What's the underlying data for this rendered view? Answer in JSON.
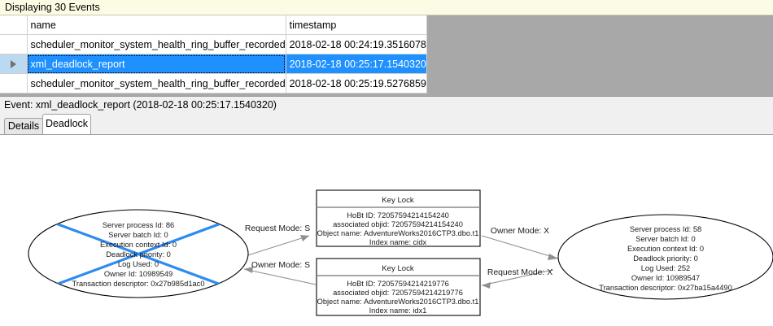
{
  "banner": {
    "text": "Displaying 30 Events"
  },
  "grid": {
    "columns": [
      "name",
      "timestamp"
    ],
    "rows": [
      {
        "selector": "",
        "name": "scheduler_monitor_system_health_ring_buffer_recorded",
        "timestamp": "2018-02-18 00:24:19.3516078",
        "selected": false
      },
      {
        "selector": "row-arrow-icon",
        "name": "xml_deadlock_report",
        "timestamp": "2018-02-18 00:25:17.1540320",
        "selected": true
      },
      {
        "selector": "",
        "name": "scheduler_monitor_system_health_ring_buffer_recorded",
        "timestamp": "2018-02-18 00:25:19.5276859",
        "selected": false
      }
    ],
    "selection_color": "#1e90ff"
  },
  "event_header": {
    "text": "Event: xml_deadlock_report (2018-02-18 00:25:17.1540320)"
  },
  "tabs": [
    {
      "label": "Details",
      "active": false
    },
    {
      "label": "Deadlock",
      "active": true
    }
  ],
  "deadlock_graph": {
    "victim_marker_color": "#2e8bef",
    "processes": [
      {
        "id": "process-left",
        "victim": true,
        "lines": [
          "Server process Id: 86",
          "Server batch Id: 0",
          "Execution context Id: 0",
          "Deadlock priority: 0",
          "Log Used: 0",
          "Owner Id: 10989549",
          "Transaction descriptor: 0x27b985d1ac0"
        ]
      },
      {
        "id": "process-right",
        "victim": false,
        "lines": [
          "Server process Id: 58",
          "Server batch Id: 0",
          "Execution context Id: 0",
          "Deadlock priority: 0",
          "Log Used: 252",
          "Owner Id: 10989547",
          "Transaction descriptor: 0x27ba15a4490"
        ]
      }
    ],
    "resources": [
      {
        "id": "keylock-top",
        "title": "Key Lock",
        "lines": [
          "HoBt ID: 72057594214154240",
          "associated objid: 72057594214154240",
          "Object name: AdventureWorks2016CTP3.dbo.t1",
          "Index name: cidx"
        ]
      },
      {
        "id": "keylock-bottom",
        "title": "Key Lock",
        "lines": [
          "HoBt ID: 72057594214219776",
          "associated objid: 72057594214219776",
          "Object name: AdventureWorks2016CTP3.dbo.t1",
          "Index name: idx1"
        ]
      }
    ],
    "edges": [
      {
        "id": "edge-left-request",
        "label": "Request Mode: S"
      },
      {
        "id": "edge-right-owner",
        "label": "Owner Mode: X"
      },
      {
        "id": "edge-left-owner",
        "label": "Owner Mode: S"
      },
      {
        "id": "edge-right-request",
        "label": "Request Mode: X"
      }
    ]
  }
}
